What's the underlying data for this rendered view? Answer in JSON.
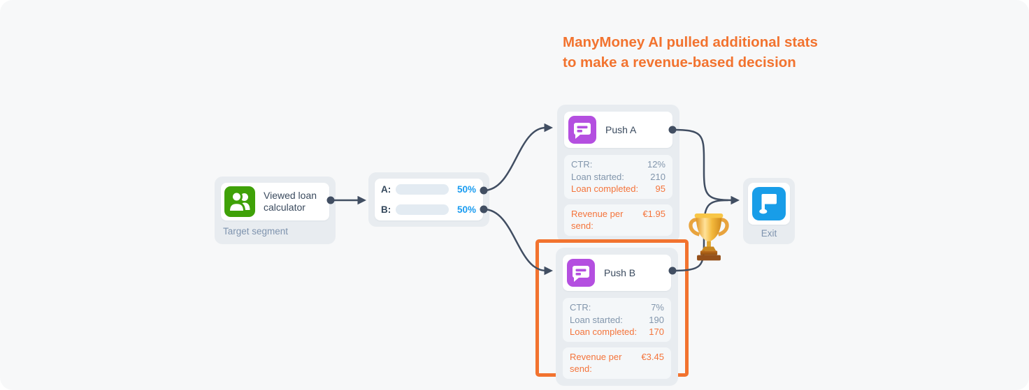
{
  "annotation": {
    "line1": "ManyMoney AI pulled additional stats",
    "line2": "to make a revenue-based decision"
  },
  "segment_node": {
    "title": "Viewed loan calculator",
    "footer": "Target segment",
    "icon": "users-icon"
  },
  "split_node": {
    "rows": [
      {
        "label": "A:",
        "percent": "50%",
        "bar_width": "50%"
      },
      {
        "label": "B:",
        "percent": "50%",
        "bar_width": "50%"
      }
    ]
  },
  "push_a_node": {
    "title": "Push A",
    "icon": "push-message-icon",
    "stats": [
      {
        "label": "CTR:",
        "value": "12%"
      },
      {
        "label": "Loan started:",
        "value": "210"
      },
      {
        "label": "Loan completed:",
        "value": "95"
      }
    ],
    "revenue": {
      "label": "Revenue per send:",
      "value": "€1.95"
    }
  },
  "push_b_node": {
    "title": "Push B",
    "icon": "push-message-icon",
    "stats": [
      {
        "label": "CTR:",
        "value": "7%"
      },
      {
        "label": "Loan started:",
        "value": "190"
      },
      {
        "label": "Loan completed:",
        "value": "170"
      }
    ],
    "revenue": {
      "label": "Revenue per send:",
      "value": "€3.45"
    }
  },
  "exit_node": {
    "label": "Exit",
    "icon": "flag-icon"
  },
  "badges": {
    "winner": "trophy-icon"
  },
  "colors": {
    "accent_orange": "#F2732F",
    "stat_orange": "#F4743B",
    "bar_blue": "#1B9CF0",
    "push_purple": "#B44FE0",
    "segment_green": "#3FA108",
    "exit_blue": "#189DE8",
    "connector": "#414E62",
    "node_bg": "#E8ECF0",
    "canvas_bg": "#F7F8F9"
  }
}
